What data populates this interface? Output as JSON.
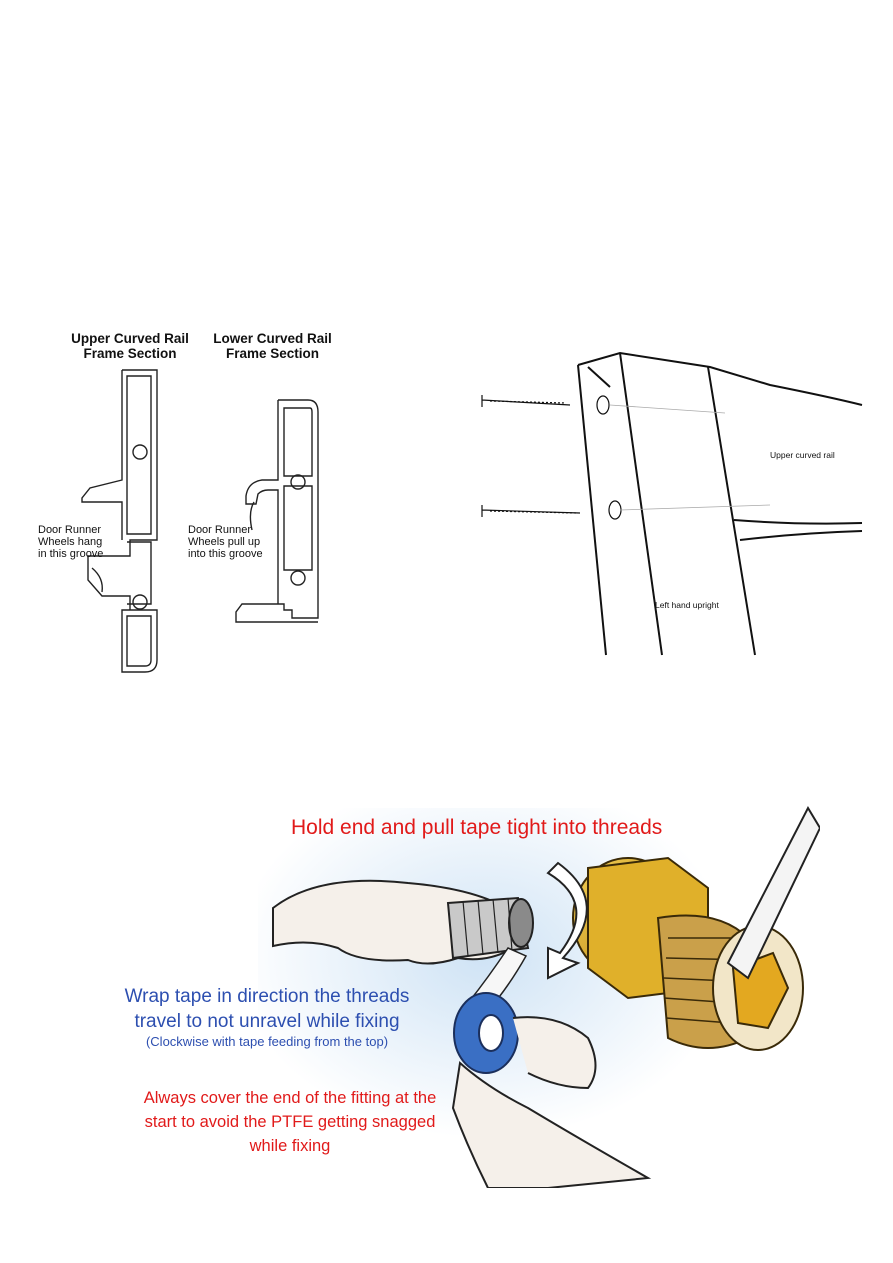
{
  "rail_sections": {
    "upper": {
      "title_line1": "Upper Curved Rail",
      "title_line2": "Frame Section",
      "note": [
        "Door Runner",
        "Wheels hang",
        "in this groove"
      ]
    },
    "lower": {
      "title_line1": "Lower Curved Rail",
      "title_line2": "Frame Section",
      "note": [
        "Door Runner",
        "Wheels pull up",
        "into this groove"
      ]
    }
  },
  "frame_diagram": {
    "rail_label": "Upper curved rail",
    "upright_label": "Left hand upright"
  },
  "ptfe_instructions": {
    "hold_text": "Hold end and pull tape tight into threads",
    "wrap_line1": "Wrap tape in direction the threads",
    "wrap_line2": "travel to not unravel while fixing",
    "wrap_note": "(Clockwise with tape feeding from the top)",
    "cover_line1": "Always cover the end of the fitting at the",
    "cover_line2": "start to avoid the PTFE getting snagged",
    "cover_line3": "while fixing"
  },
  "colors": {
    "red_text": "#e11a1a",
    "blue_text": "#2d4fb0",
    "brass": "#d9a520",
    "tape_blue": "#3a6fc4"
  }
}
